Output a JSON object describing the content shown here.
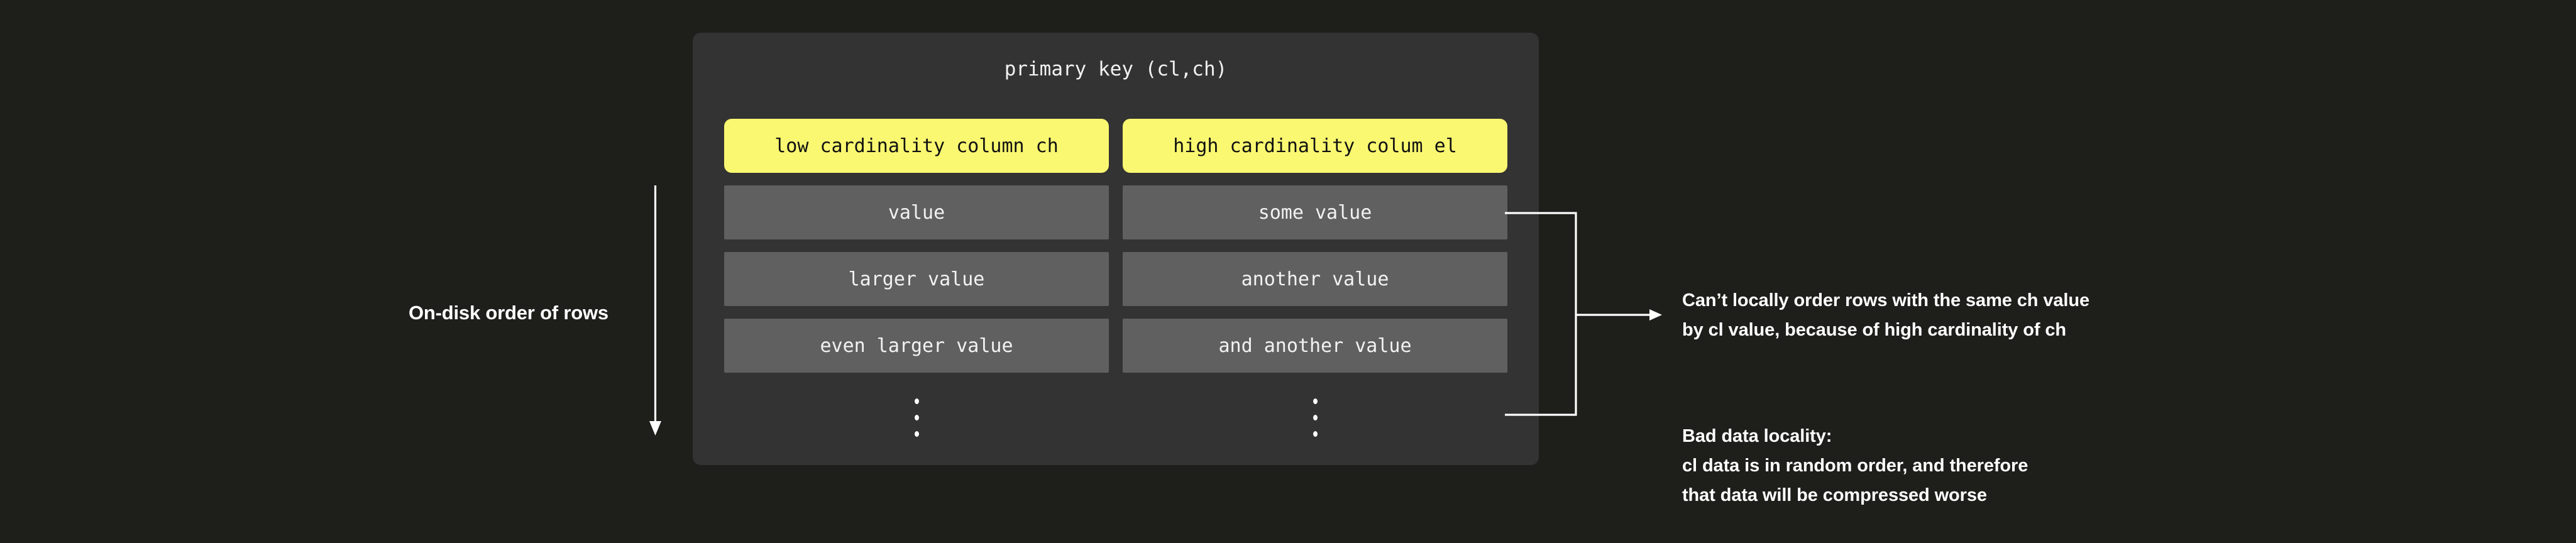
{
  "page": {
    "background_color": "#1e1e1b",
    "panel_color": "#333333",
    "header_color": "#faf871",
    "value_color": "#606060",
    "text_color": "#ffffff"
  },
  "left_axis": {
    "label": "On-disk order of rows",
    "arrow_icon": "arrow-down-icon",
    "direction": "down"
  },
  "panel": {
    "title": "primary key (cl,ch)",
    "columns": [
      {
        "header": "low cardinality column ch",
        "values": [
          "value",
          "larger value",
          "even larger value"
        ],
        "ellipsis": "vertical-ellipsis-icon"
      },
      {
        "header": "high cardinality colum el",
        "values": [
          "some value",
          "another value",
          "and another value"
        ],
        "ellipsis": "vertical-ellipsis-icon"
      }
    ]
  },
  "connector": {
    "icon": "bracket-arrow-right-icon"
  },
  "annotations": [
    {
      "id": "cardinality",
      "lines": [
        "Can’t locally order rows with the same ch value",
        "by cl value, because of high cardinality of ch"
      ]
    },
    {
      "id": "locality",
      "lines": [
        "Bad data locality:",
        "cl data is in random order, and therefore",
        "that data will be compressed worse"
      ]
    }
  ]
}
